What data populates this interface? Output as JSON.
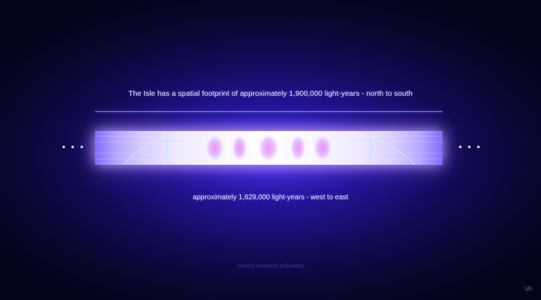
{
  "scene": {
    "headline": "The Isle has a spatial footprint of approximately 1,900,000 light-years - north to south",
    "subline": "approximately 1,629,000 light-years - west to east",
    "footnote": "current research estimates",
    "ellipsis_left": "• • •",
    "ellipsis_right": "• • •",
    "logo_text": "VA"
  },
  "colors": {
    "background_core": "#3c28e6",
    "background_edge": "#04041a",
    "bar_core": "#ffffff",
    "bar_edge": "#7f6cff",
    "rule": "#8c96ff",
    "text": "#e8e6ff"
  },
  "icons": {
    "logo": "va-logo-icon"
  }
}
